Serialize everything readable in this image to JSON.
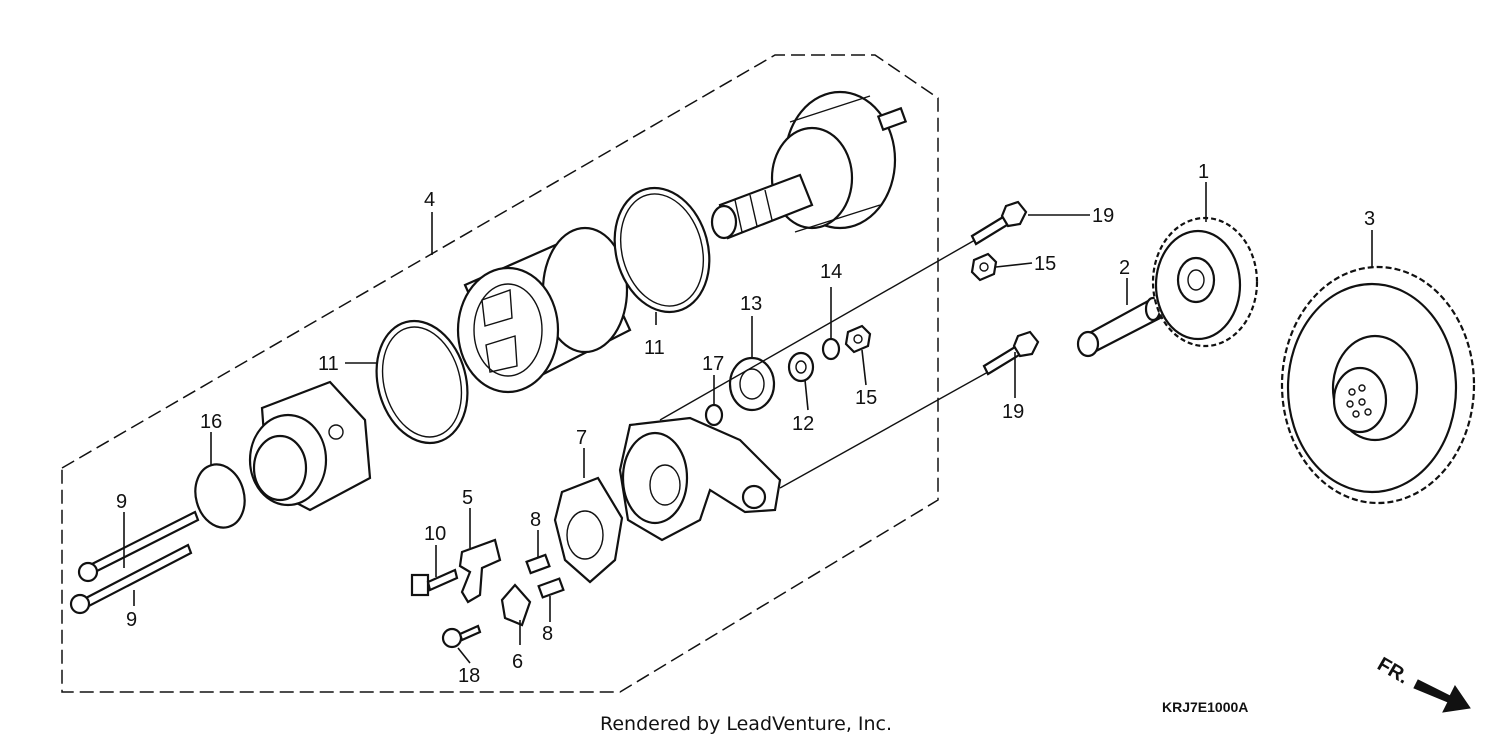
{
  "labels": {
    "p1": "1",
    "p2": "2",
    "p3": "3",
    "p4": "4",
    "p5": "5",
    "p6": "6",
    "p7": "7",
    "p8a": "8",
    "p8b": "8",
    "p9a": "9",
    "p9b": "9",
    "p10": "10",
    "p11a": "11",
    "p11b": "11",
    "p12": "12",
    "p13": "13",
    "p14": "14",
    "p15a": "15",
    "p15b": "15",
    "p16": "16",
    "p17": "17",
    "p18": "18",
    "p19a": "19",
    "p19b": "19"
  },
  "footer": {
    "diagram_code": "KRJ7E1000A",
    "credit": "Rendered by LeadVenture, Inc.",
    "direction": "FR."
  }
}
